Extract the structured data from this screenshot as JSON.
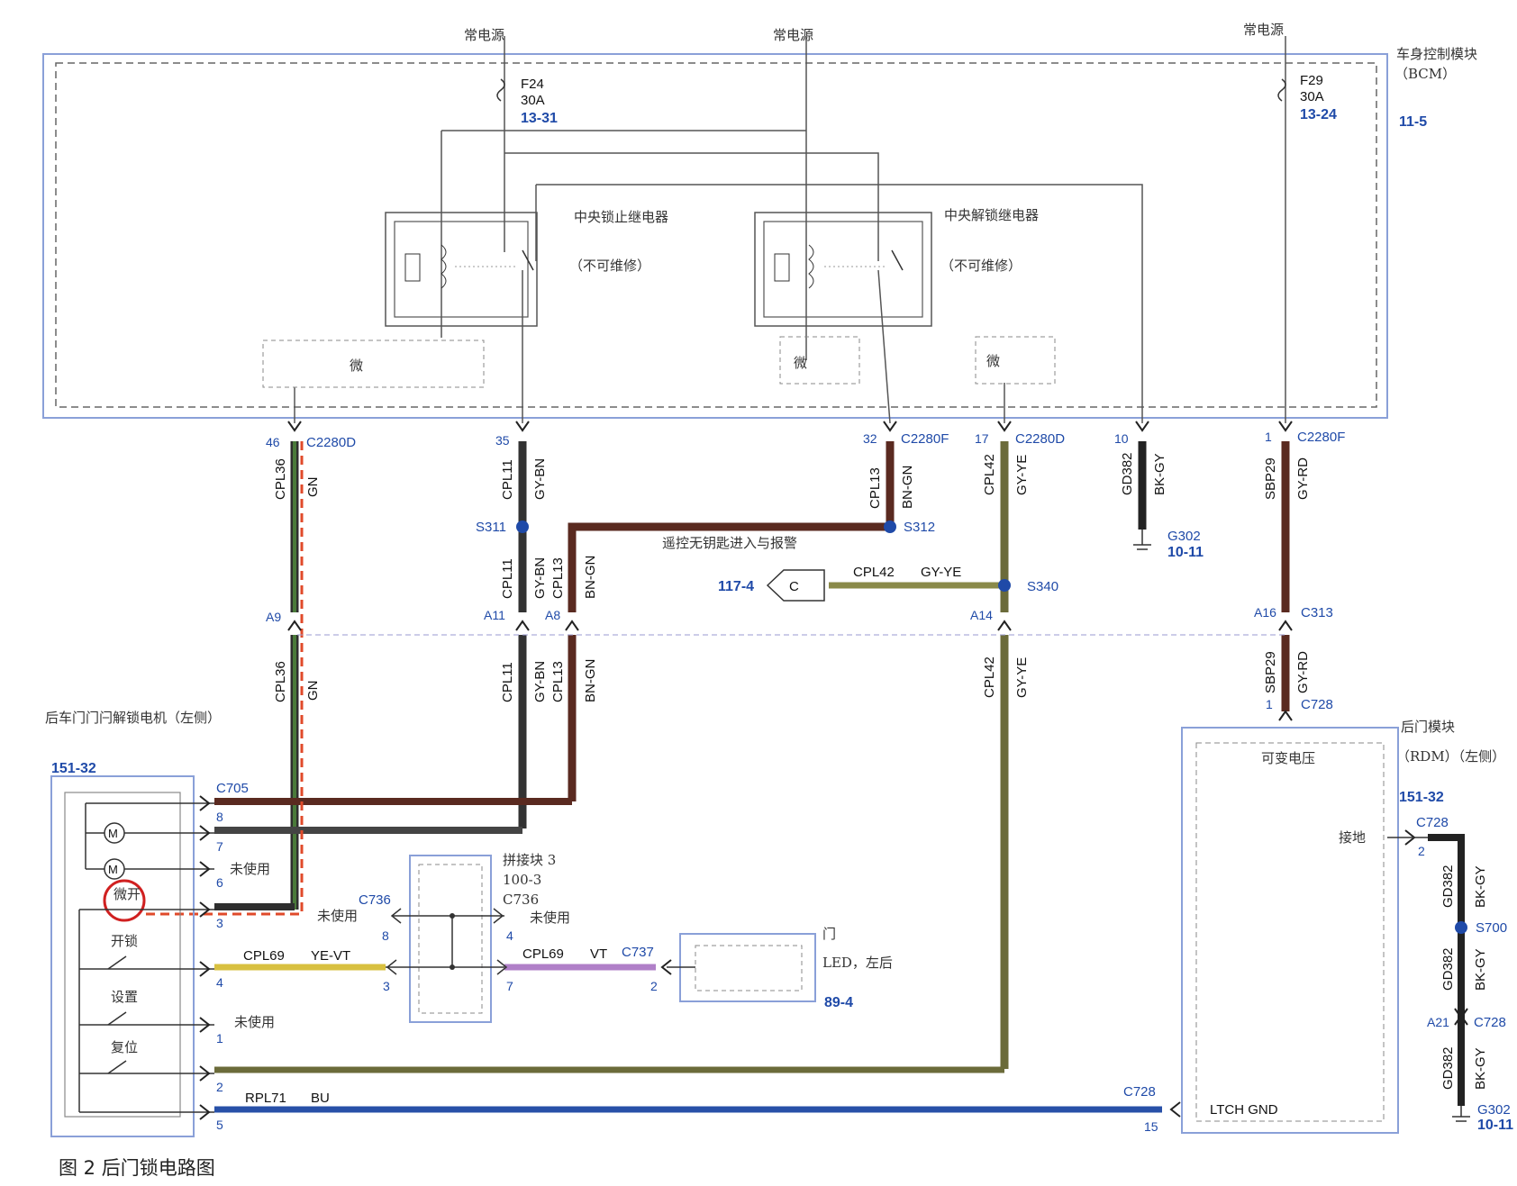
{
  "caption": "图 2  后门锁电路图",
  "power": {
    "p1": "常电源",
    "p2": "常电源",
    "p3": "常电源"
  },
  "bcm": {
    "title": "车身控制模块",
    "sub": "（BCM）",
    "ref": "11-5"
  },
  "fuses": {
    "f24": {
      "name": "F24",
      "rating": "30A",
      "ref": "13-31"
    },
    "f29": {
      "name": "F29",
      "rating": "30A",
      "ref": "13-24"
    }
  },
  "relays": {
    "lock": {
      "name": "中央锁止继电器",
      "note": "（不可维修）"
    },
    "unlock": {
      "name": "中央解锁继电器",
      "note": "（不可维修）"
    }
  },
  "micro": {
    "m1": "微",
    "m2": "微",
    "m3": "微"
  },
  "connectors": {
    "c1": {
      "pin": "46",
      "conn": "C2280D"
    },
    "c2": {
      "pin": "35"
    },
    "c3": {
      "pin": "32",
      "conn": "C2280F"
    },
    "c4": {
      "pin": "17",
      "conn": "C2280D"
    },
    "c5": {
      "pin": "10"
    },
    "c6": {
      "pin": "1",
      "conn": "C2280F"
    }
  },
  "wires": {
    "cpl36": "CPL36",
    "gn": "GN",
    "cpl11": "CPL11",
    "gybn": "GY-BN",
    "cpl13": "CPL13",
    "bngn": "BN-GN",
    "cpl42": "CPL42",
    "gyye": "GY-YE",
    "gd382": "GD382",
    "bkgy": "BK-GY",
    "sbp29": "SBP29",
    "gyrd": "GY-RD",
    "cpl69": "CPL69",
    "yevt": "YE-VT",
    "vt": "VT",
    "rpl71": "RPL71",
    "bu": "BU"
  },
  "splices": {
    "s311": "S311",
    "s312": "S312",
    "s340": "S340",
    "s700": "S700"
  },
  "ground": {
    "g302": "G302",
    "ref": "10-11"
  },
  "remote_label": "遥控无钥匙进入与报警",
  "ref117": "117-4",
  "c_letter": "C",
  "inline": {
    "a9": "A9",
    "a11": "A11",
    "a8": "A8",
    "a14": "A14",
    "a16": "A16",
    "c313": "C313",
    "a21": "A21",
    "c728": "C728",
    "one": "1",
    "two": "2"
  },
  "motor": {
    "title": "后车门门闩解锁电机（左侧）",
    "ref": "151-32",
    "conn": "C705",
    "pins": [
      "8",
      "7",
      "6",
      "3",
      "4",
      "1",
      "2",
      "5"
    ],
    "micro_switch": "微开",
    "unlock": "开锁",
    "set": "设置",
    "reset": "复位",
    "unused": "未使用"
  },
  "splice_block": {
    "title": "拼接块 3",
    "ref": "100-3",
    "conn": "C736",
    "conn2": "C736",
    "p8": "8",
    "p4": "4",
    "p3": "3",
    "p7": "7",
    "unused": "未使用"
  },
  "led": {
    "conn": "C737",
    "pin": "2",
    "door": "门",
    "name": "LED，左后",
    "ref": "89-4"
  },
  "rdm": {
    "title": "后门模块",
    "sub": "（RDM）（左侧）",
    "ref": "151-32",
    "vv": "可变电压",
    "gnd": "接地",
    "conn": "C728",
    "pin2": "2",
    "ltch": "LTCH GND",
    "conn2": "C728",
    "pin15": "15"
  }
}
